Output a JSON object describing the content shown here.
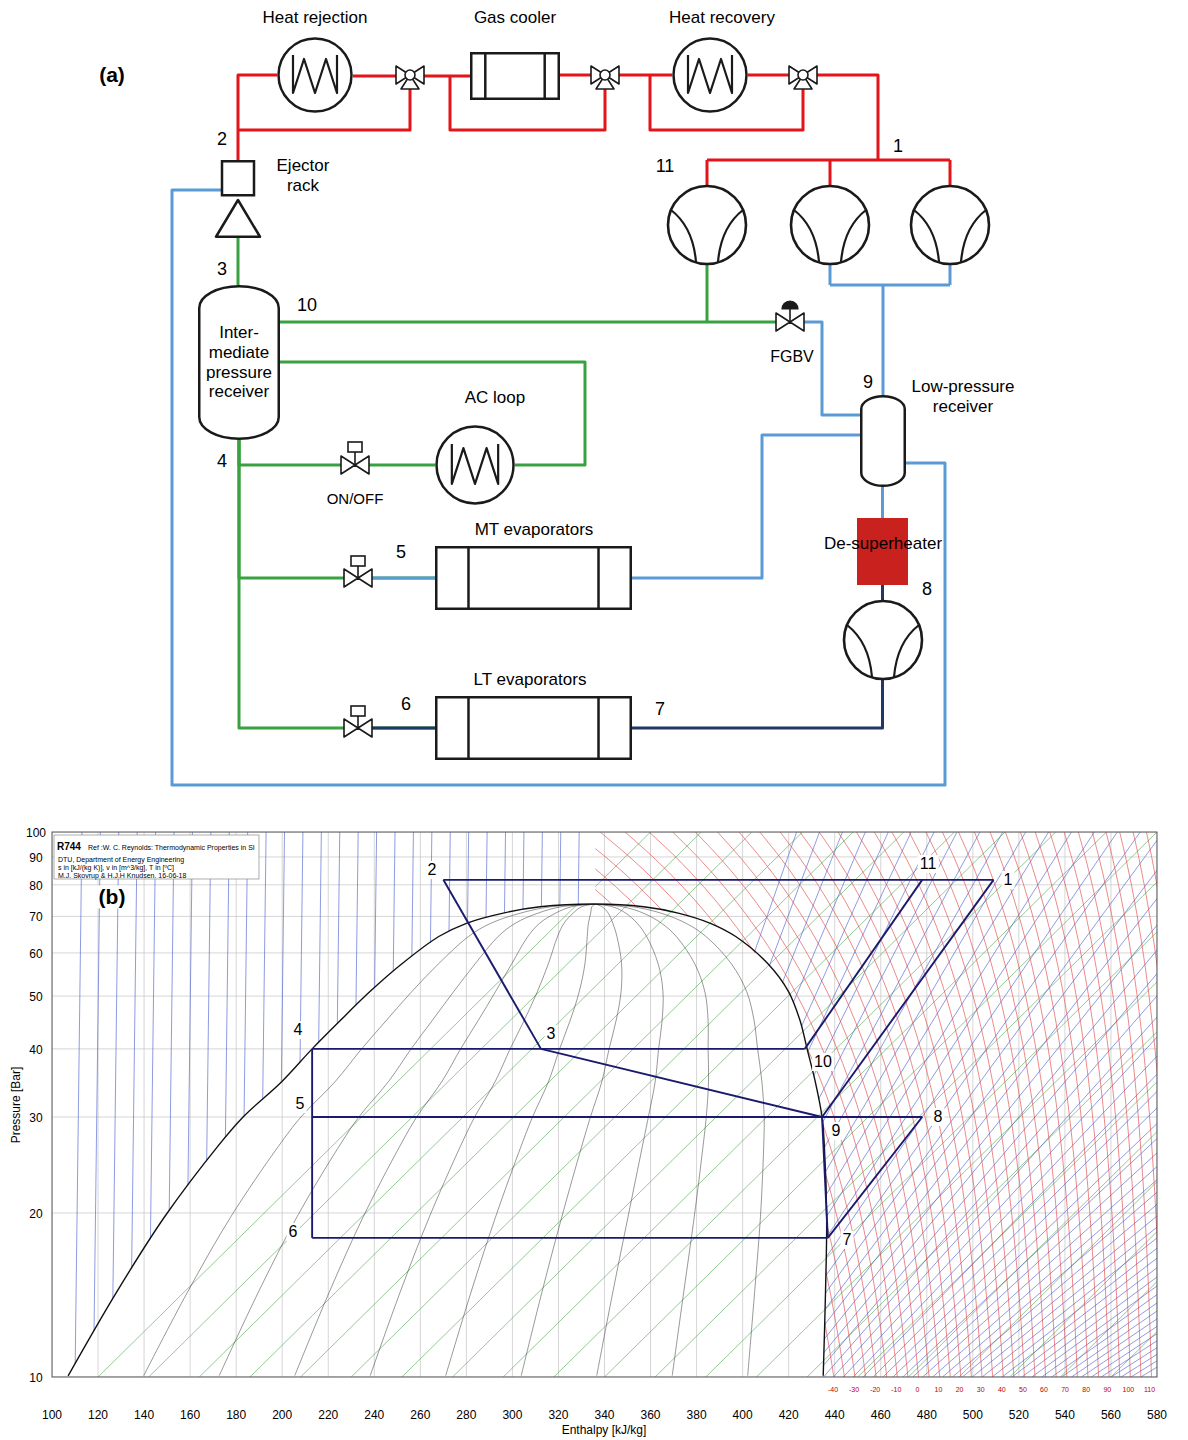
{
  "diagram": {
    "nodes": [
      {
        "text": [
          "Heat rejection"
        ]
      },
      {
        "text": [
          "Gas cooler"
        ]
      },
      {
        "text": [
          "Heat recovery"
        ]
      },
      {
        "text": [
          "Ejector rack"
        ]
      },
      {
        "text": [
          "Inter- mediate pressure receiver"
        ]
      },
      {
        "text": [
          "FGBV"
        ]
      },
      {
        "text": [
          "Low-pressure receiver"
        ]
      },
      {
        "text": [
          "AC loop"
        ]
      },
      {
        "text": [
          "ON/OFF"
        ]
      },
      {
        "text": [
          "MT evaporators"
        ]
      },
      {
        "text": [
          "De-superheater"
        ]
      },
      {
        "text": [
          "LT evaporators"
        ]
      }
    ],
    "edges": [
      {
        "from": 2,
        "to": 1,
        "arrow": "none"
      },
      {
        "from": 1,
        "to": 0,
        "arrow": "none"
      },
      {
        "from": 0,
        "to": 3,
        "arrow": "none"
      },
      {
        "from": 3,
        "to": 4,
        "arrow": "none"
      },
      {
        "from": 4,
        "to": 5,
        "arrow": "none"
      },
      {
        "from": 5,
        "to": 6,
        "arrow": "none"
      },
      {
        "from": 4,
        "to": 8,
        "arrow": "none"
      },
      {
        "from": 8,
        "to": 7,
        "arrow": "none"
      },
      {
        "from": 7,
        "to": 4,
        "arrow": "none"
      },
      {
        "from": 4,
        "to": 9,
        "arrow": "none"
      },
      {
        "from": 4,
        "to": 11,
        "arrow": "none"
      },
      {
        "from": 9,
        "to": 6,
        "arrow": "none"
      },
      {
        "from": 11,
        "to": 10,
        "arrow": "none"
      },
      {
        "from": 10,
        "to": 6,
        "arrow": "none"
      },
      {
        "from": 6,
        "to": 3,
        "arrow": "none"
      }
    ],
    "labels": [
      "(a)",
      "1",
      "2",
      "3",
      "4",
      "5",
      "6",
      "7",
      "8",
      "9",
      "10",
      "11",
      "(b)",
      "R744",
      "Ref :W. C. Reynolds: Thermodynamic Properties in SI",
      "DTU, Department of Energy Engineering",
      "s in [kJ/(kg K)], v in [m^3/kg], T in [ºC]",
      "M.J. Skovrup & H.J.H Knudsen. 16-06-18",
      "100",
      "90",
      "80",
      "70",
      "60",
      "50",
      "40",
      "30",
      "20",
      "10",
      "100",
      "120",
      "140",
      "160",
      "180",
      "200",
      "220",
      "240",
      "260",
      "280",
      "300",
      "320",
      "340",
      "360",
      "380",
      "400",
      "420",
      "440",
      "460",
      "480",
      "500",
      "520",
      "540",
      "560",
      "580",
      "Pressure [Bar]",
      "Enthalpy [kJ/kg]",
      "1",
      "2",
      "3",
      "4",
      "5",
      "6",
      "7",
      "8",
      "9",
      "10",
      "11",
      "-40",
      "-30",
      "-20",
      "-10",
      "0",
      "10",
      "20",
      "30",
      "40",
      "50",
      "60",
      "70",
      "80",
      "90",
      "100",
      "110"
    ]
  }
}
